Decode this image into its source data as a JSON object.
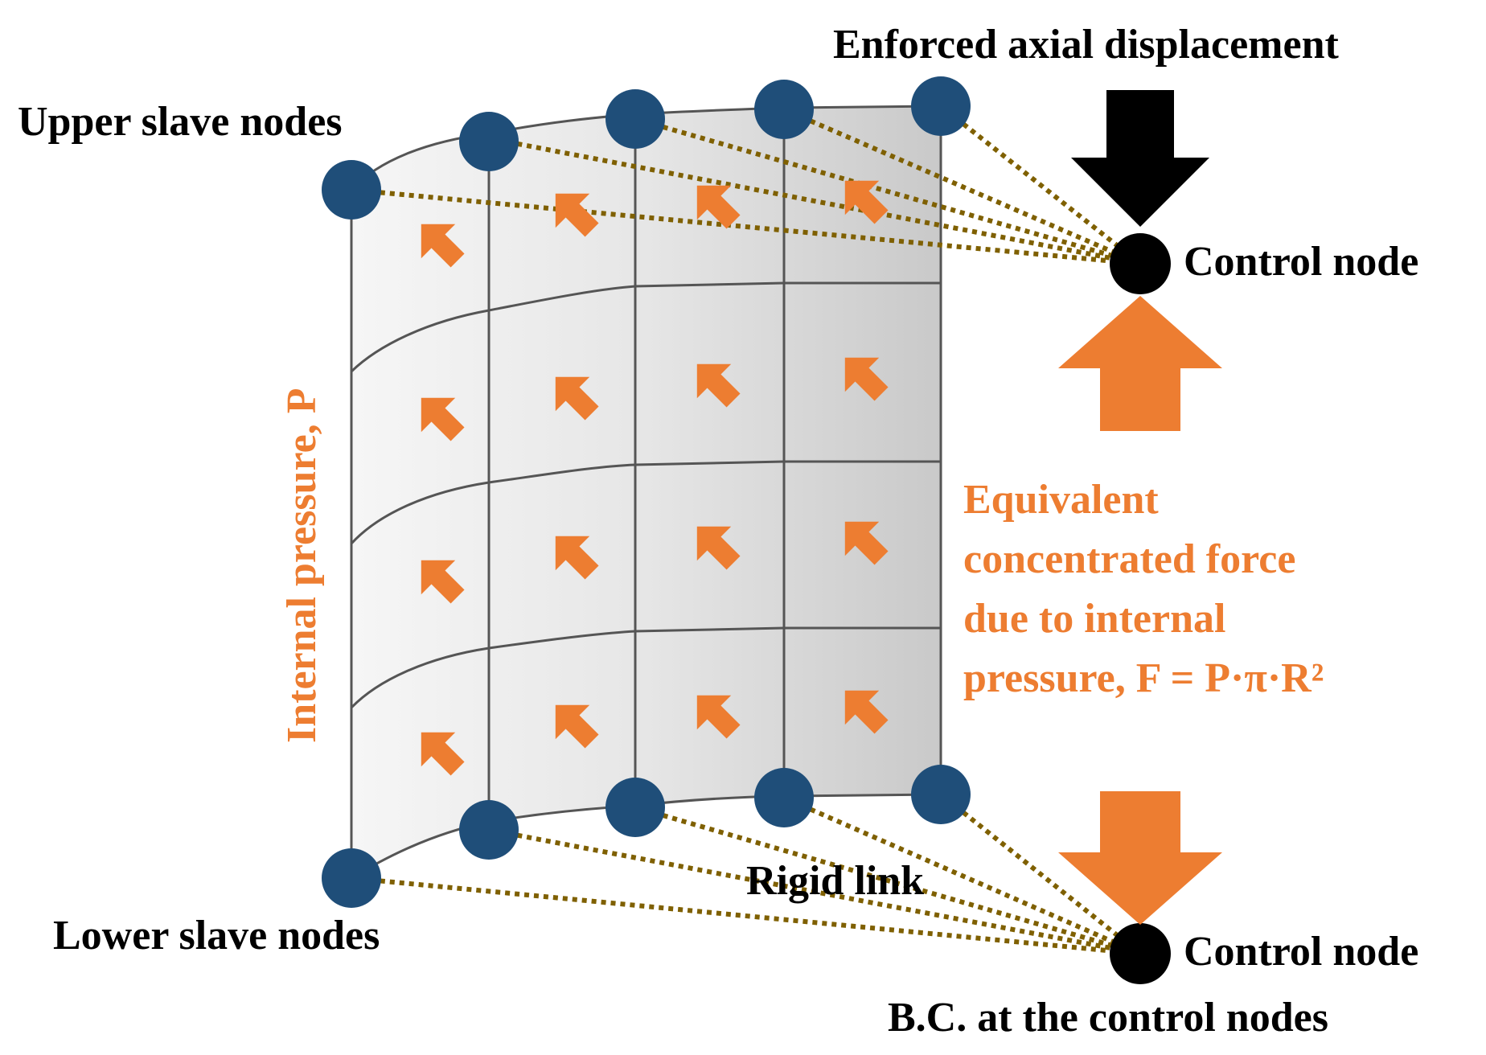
{
  "labels": {
    "enforced_axial_displacement": "Enforced axial displacement",
    "upper_slave_nodes": "Upper slave nodes",
    "control_node_top": "Control node",
    "internal_pressure": "Internal pressure, P",
    "equivalent_force_lines": [
      "Equivalent",
      "concentrated force",
      "due to internal",
      "pressure, F = P·π·R²"
    ],
    "rigid_link": "Rigid link",
    "lower_slave_nodes": "Lower slave nodes",
    "control_node_bottom": "Control node",
    "bc_control_nodes": "B.C. at the control nodes"
  },
  "colors": {
    "slave_node": "#1F4E79",
    "control_node": "#000000",
    "pressure_arrow": "#ED7D31",
    "rigid_link": "#7F6000",
    "mesh_line": "#555555",
    "label_orange": "#ED7D31"
  }
}
